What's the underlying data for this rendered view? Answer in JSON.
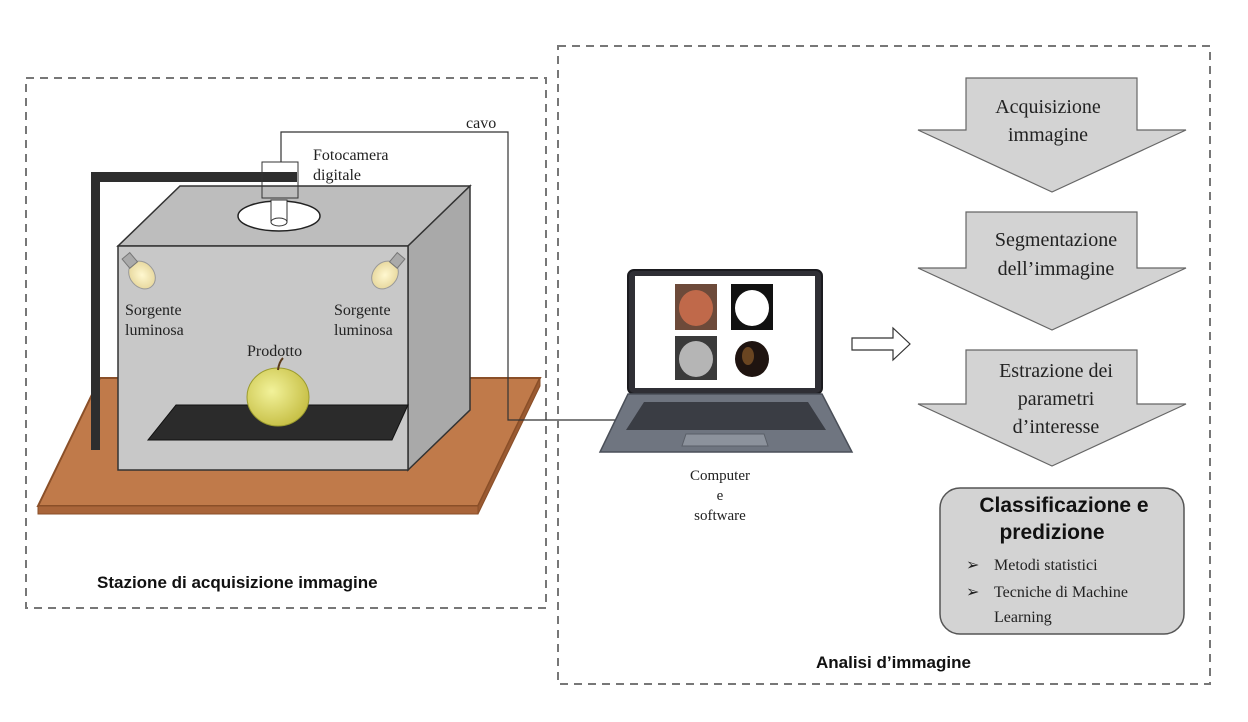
{
  "acquisition_station": {
    "title": "Stazione di acquisizione immagine",
    "cable_label": "cavo",
    "camera_label_line1": "Fotocamera",
    "camera_label_line2": "digitale",
    "light_left_line1": "Sorgente",
    "light_left_line2": "luminosa",
    "light_right_line1": "Sorgente",
    "light_right_line2": "luminosa",
    "product_label": "Prodotto"
  },
  "computer": {
    "label_line1": "Computer",
    "label_line2": "e",
    "label_line3": "software"
  },
  "analysis": {
    "title": "Analisi d’immagine",
    "steps": [
      {
        "line1": "Acquisizione",
        "line2": "immagine",
        "line3": ""
      },
      {
        "line1": "Segmentazione",
        "line2": "dell’immagine",
        "line3": ""
      },
      {
        "line1": "Estrazione dei",
        "line2": "parametri",
        "line3": "d’interesse"
      }
    ],
    "final_box": {
      "title_line1": "Classificazione e",
      "title_line2": "predizione",
      "bullets": [
        "Metodi statistici",
        "Tecniche di Machine",
        "Learning"
      ]
    }
  },
  "colors": {
    "box_front": "#c8c8c8",
    "box_side": "#a9a9a9",
    "base": "#c07a4a",
    "arrow_fill": "#d3d3d3",
    "apple": "#d8dc6a"
  }
}
